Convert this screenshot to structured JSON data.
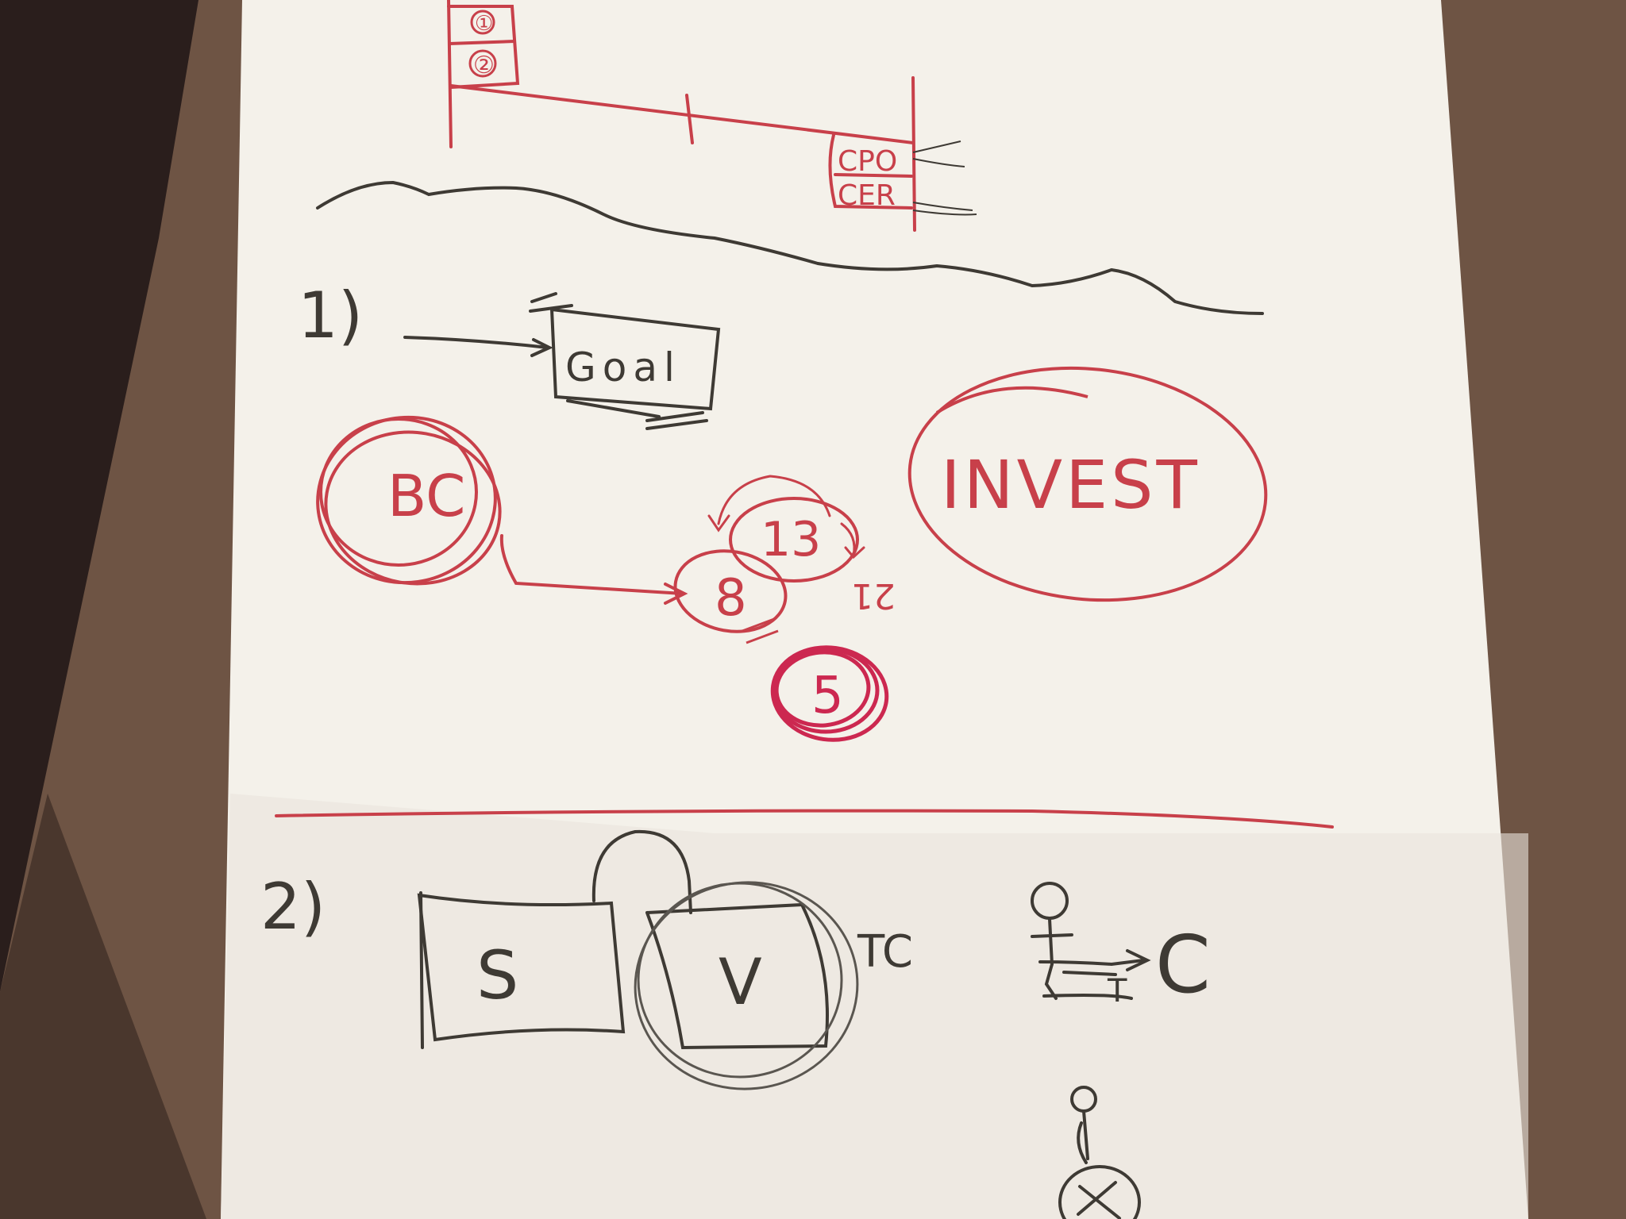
{
  "labels": {
    "marker_1": "①",
    "marker_2": "②",
    "cpo": "CPO",
    "cer": "CER",
    "step_1": "1)",
    "goal": "Goal",
    "bc": "BC",
    "number_13": "13",
    "number_8": "8",
    "number_21": "21",
    "number_5": "5",
    "invest": "INVEST",
    "step_2": "2)",
    "letter_s": "S",
    "letter_v": "V",
    "tc": "TC",
    "letter_t": "T",
    "letter_c": "C"
  },
  "colors": {
    "red_marker": "#c8404a",
    "pink_marker": "#cc2850",
    "dark_marker": "#3e3a34",
    "paper": "#f4f1ea",
    "wood": "#6e5444",
    "carpet": "#2a1e1c"
  }
}
